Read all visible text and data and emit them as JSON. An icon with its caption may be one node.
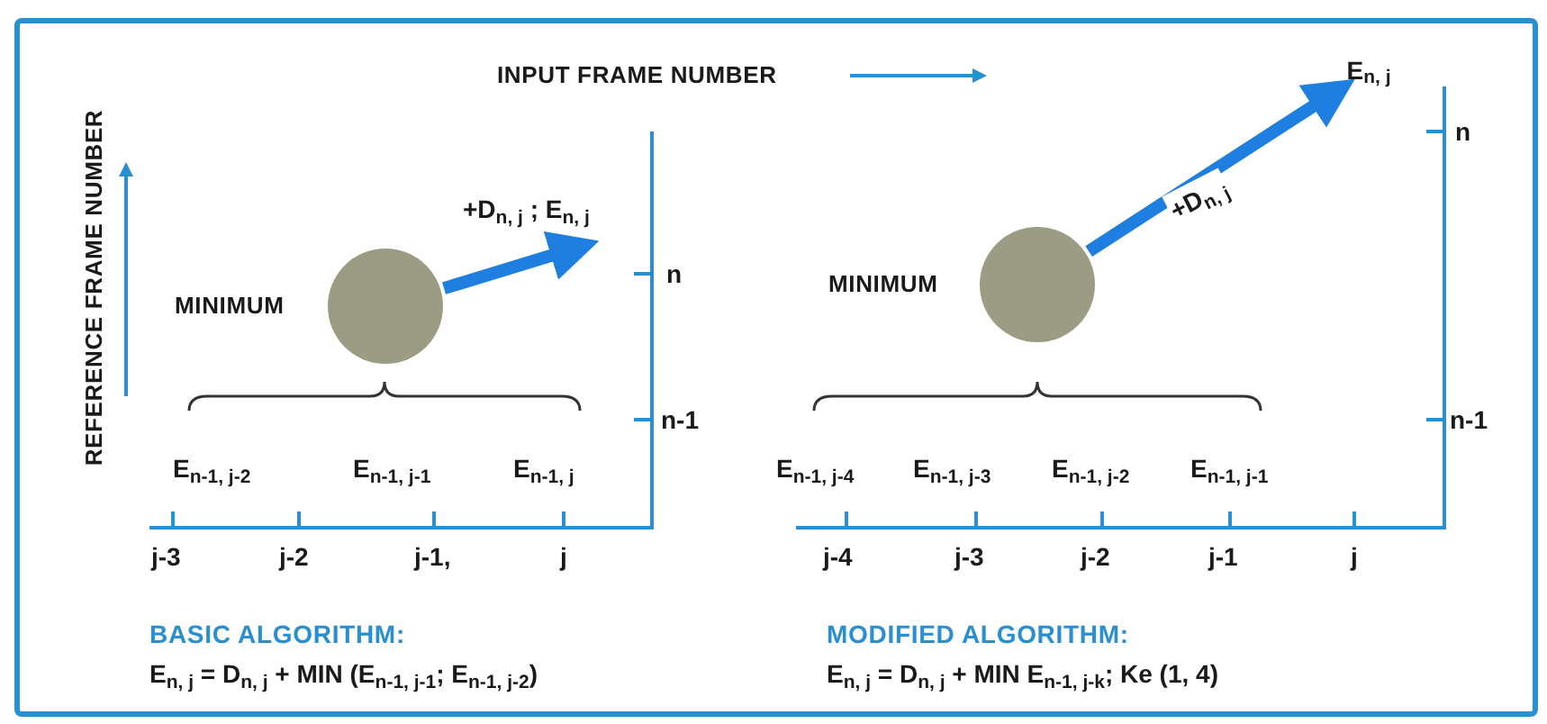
{
  "diagram": {
    "nodes": [
      {
        "text": [],
        "shape": "circle",
        "beside": [
          "MINIMUM"
        ]
      },
      {
        "text": [],
        "shape": "circle",
        "beside": [
          "MINIMUM"
        ]
      },
      {
        "text": [
          "E$_{n, j}$"
        ]
      }
    ],
    "edges": [
      {
        "from": 0,
        "to": null,
        "arrow": "to",
        "label": "+D$_{n, j}$ ; E$_{n, j}$"
      },
      {
        "from": 1,
        "to": 2,
        "arrow": "to",
        "label": "+D$_{n, j}$"
      }
    ],
    "labels": [
      "INPUT FRAME NUMBER",
      "REFERENCE FRAME NUMBER",
      "n",
      "n",
      "n-1",
      "n-1",
      "E$_{n-1, j-2}$",
      "E$_{n-1, j-1}$",
      "E$_{n-1, j}$",
      "E$_{n-1, j-4}$",
      "E$_{n-1, j-3}$",
      "E$_{n-1, j-2}$",
      "E$_{n-1, j-1}$",
      "j-3",
      "j-2",
      "j-1,",
      "j",
      "j-4",
      "j-3",
      "j-2",
      "j-1",
      "j",
      "BASIC ALGORITHM:",
      "MODIFIED ALGORITHM:",
      "E$_{n, j}$ = D$_{n, j}$ + MIN (E$_{n-1, j-1}$; E$_{n-1, j-2}$)",
      "E$_{n, j}$ = D$_{n, j}$ + MIN E$_{n-1, j-k}$; Ke (1, 4)"
    ]
  }
}
